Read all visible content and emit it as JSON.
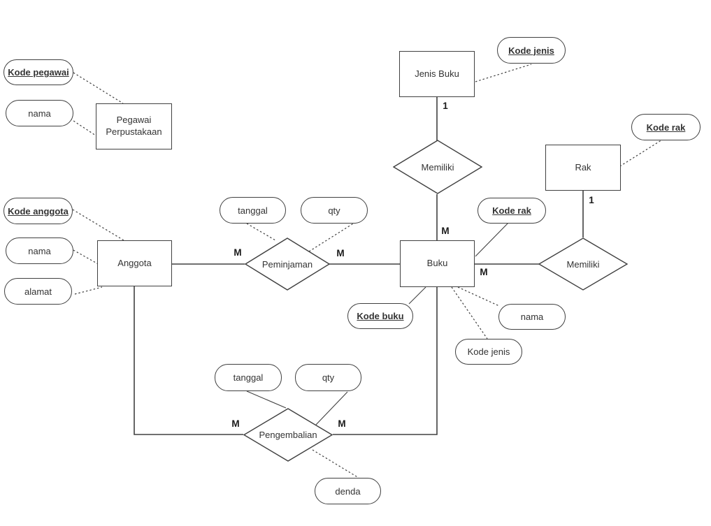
{
  "diagram_type": "entity-relationship-diagram",
  "colors": {
    "background": "#ffffff",
    "line": "#404040",
    "text": "#333333"
  },
  "entities": {
    "jenis_buku": {
      "label": "Jenis Buku"
    },
    "pegawai_perpustakaan": {
      "label": "Pegawai Perpustakaan"
    },
    "rak": {
      "label": "Rak"
    },
    "anggota": {
      "label": "Anggota"
    },
    "buku": {
      "label": "Buku"
    }
  },
  "relationships": {
    "memiliki_jenis": {
      "label": "Memiliki"
    },
    "memiliki_rak": {
      "label": "Memiliki"
    },
    "peminjaman": {
      "label": "Peminjaman"
    },
    "pengembalian": {
      "label": "Pengembalian"
    }
  },
  "attributes": {
    "kode_pegawai": {
      "label": "Kode pegawai",
      "key": true
    },
    "nama_pegawai": {
      "label": "nama",
      "key": false
    },
    "kode_anggota": {
      "label": "Kode anggota",
      "key": true
    },
    "nama_anggota": {
      "label": "nama",
      "key": false
    },
    "alamat_anggota": {
      "label": "alamat",
      "key": false
    },
    "tanggal_peminjaman": {
      "label": "tanggal",
      "key": false
    },
    "qty_peminjaman": {
      "label": "qty",
      "key": false
    },
    "kode_jenis_jenis_buku": {
      "label": "Kode jenis",
      "key": true
    },
    "kode_rak_rak": {
      "label": "Kode rak",
      "key": true
    },
    "kode_rak_buku": {
      "label": "Kode rak",
      "key": true
    },
    "kode_buku": {
      "label": "Kode buku",
      "key": true
    },
    "nama_buku": {
      "label": "nama",
      "key": false
    },
    "kode_jenis_buku": {
      "label": "Kode jenis",
      "key": false
    },
    "tanggal_pengembalian": {
      "label": "tanggal",
      "key": false
    },
    "qty_pengembalian": {
      "label": "qty",
      "key": false
    },
    "denda_pengembalian": {
      "label": "denda",
      "key": false
    }
  },
  "cardinalities": {
    "jenis_buku_memiliki": "1",
    "memiliki_buku": "M",
    "anggota_peminjaman": "M",
    "peminjaman_buku": "M",
    "buku_memiliki_rak": "M",
    "rak_memiliki": "1",
    "anggota_pengembalian": "M",
    "pengembalian_buku": "M"
  }
}
